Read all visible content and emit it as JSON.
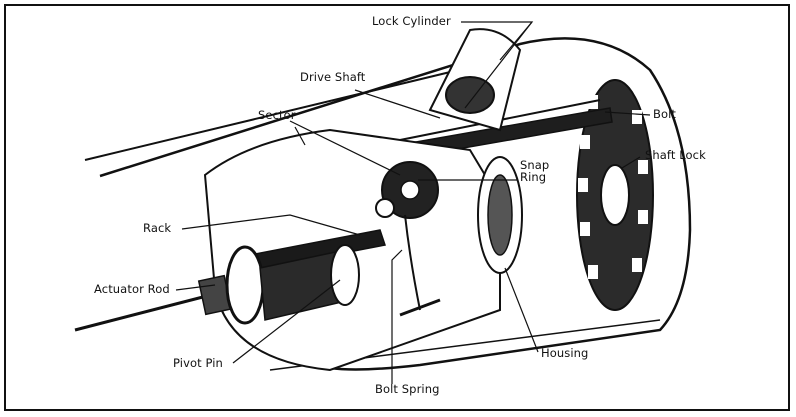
{
  "labels": {
    "lock_cylinder": "Lock Cylinder",
    "drive_shaft": "Drive Shaft",
    "bolt": "Bolt",
    "sector": "Sector",
    "shaft_lock": "Shaft Lock",
    "snap_ring_line1": "Snap",
    "snap_ring_line2": "Ring",
    "rack": "Rack",
    "actuator_rod": "Actuator Rod",
    "pivot_pin": "Pivot Pin",
    "housing": "Housing",
    "bolt_spring": "Bolt Spring"
  },
  "colors": {
    "ink": "#111111",
    "paper": "#ffffff",
    "shade": "#3a3a3a"
  }
}
